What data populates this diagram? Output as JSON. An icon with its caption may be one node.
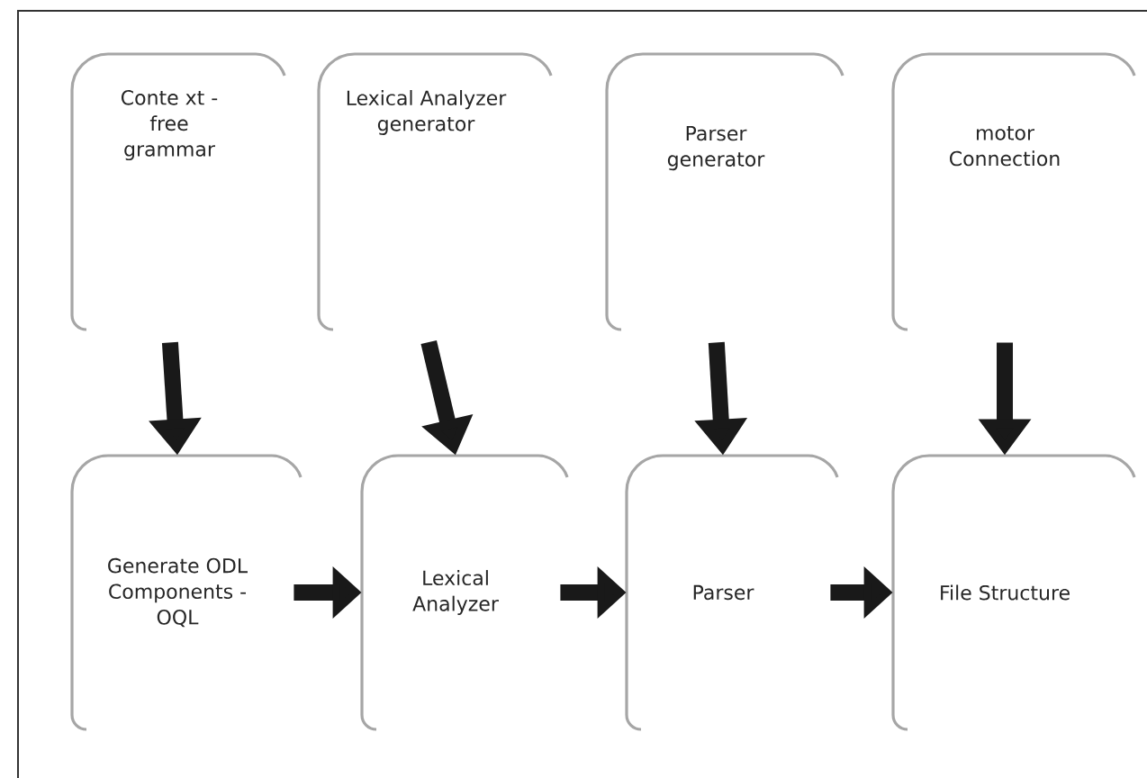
{
  "diagram": {
    "nodes": [
      {
        "text": [
          "Conte xt - free grammar"
        ]
      },
      {
        "text": [
          "Lexical Analyzer generator"
        ]
      },
      {
        "text": [
          "Parser generator"
        ]
      },
      {
        "text": [
          "motor Connection"
        ]
      },
      {
        "text": [
          "Generate ODL Components - OQL"
        ]
      },
      {
        "text": [
          "Lexical Analyzer"
        ]
      },
      {
        "text": [
          "Parser"
        ]
      },
      {
        "text": [
          "File Structure"
        ]
      }
    ],
    "edges": [
      {
        "from": 0,
        "to": 4,
        "arrow": "to"
      },
      {
        "from": 1,
        "to": 5,
        "arrow": "to"
      },
      {
        "from": 2,
        "to": 6,
        "arrow": "to"
      },
      {
        "from": 3,
        "to": 7,
        "arrow": "to"
      },
      {
        "from": 4,
        "to": 5,
        "arrow": "to"
      },
      {
        "from": 5,
        "to": 6,
        "arrow": "to"
      },
      {
        "from": 6,
        "to": 7,
        "arrow": "to"
      }
    ]
  }
}
